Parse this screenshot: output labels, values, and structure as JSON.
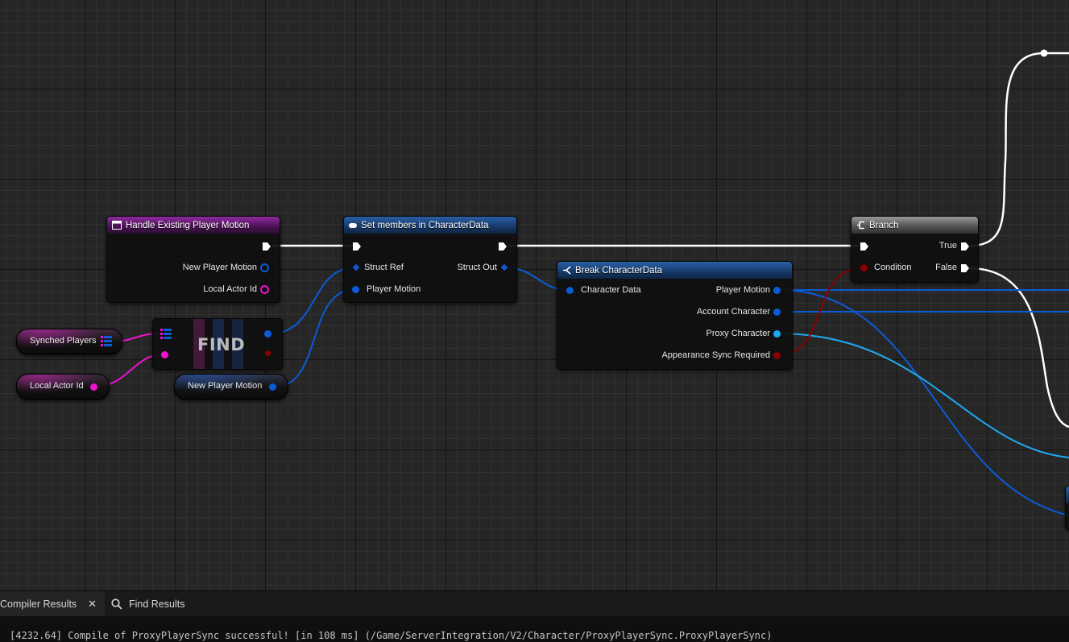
{
  "graph": {
    "nodes": {
      "handle_existing_player_motion": {
        "title": "Handle Existing Player Motion",
        "pins": {
          "new_player_motion": "New Player Motion",
          "local_actor_id": "Local Actor Id"
        }
      },
      "set_members": {
        "title": "Set members in CharacterData",
        "pins": {
          "struct_ref": "Struct Ref",
          "player_motion": "Player Motion",
          "struct_out": "Struct Out"
        }
      },
      "break_character_data": {
        "title": "Break CharacterData",
        "pins": {
          "character_data": "Character Data",
          "player_motion": "Player Motion",
          "account_character": "Account Character",
          "proxy_character": "Proxy Character",
          "appearance_sync_required": "Appearance Sync Required"
        }
      },
      "branch": {
        "title": "Branch",
        "pins": {
          "condition": "Condition",
          "true": "True",
          "false": "False"
        }
      },
      "find": {
        "title": "FIND"
      }
    },
    "variables": {
      "synched_players": "Synched Players",
      "local_actor_id": "Local Actor Id",
      "new_player_motion": "New Player Motion"
    },
    "colors": {
      "exec": "#ffffff",
      "struct": "#0b5bd6",
      "object": "#1fa8f0",
      "integer": "#ee12d3",
      "boolean": "#8b0000"
    }
  },
  "bottom_panel": {
    "tabs": [
      {
        "label": "Compiler Results",
        "icon": "close-icon"
      },
      {
        "label": "Find Results",
        "icon": "search-icon"
      }
    ],
    "log": "[4232.64] Compile of ProxyPlayerSync successful! [in 108 ms] (/Game/ServerIntegration/V2/Character/ProxyPlayerSync.ProxyPlayerSync)"
  }
}
